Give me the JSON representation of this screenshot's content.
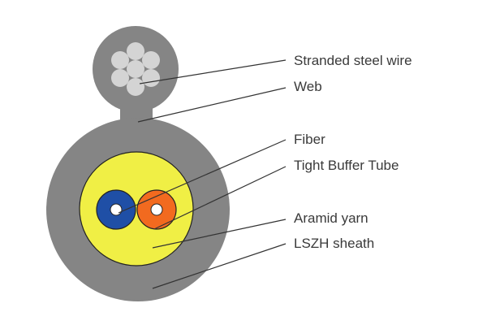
{
  "colors": {
    "sheath": "#858585",
    "steel_strand": "#d4d4d4",
    "aramid": "#f0ef45",
    "fiber_blue": "#1f4fa6",
    "fiber_orange": "#f26a1f",
    "outline": "#222222",
    "leader_line": "#333333"
  },
  "labels": {
    "stranded_steel_wire": "Stranded steel wire",
    "web": "Web",
    "fiber": "Fiber",
    "tight_buffer_tube": "Tight Buffer Tube",
    "aramid_yarn": "Aramid yarn",
    "lszh_sheath": "LSZH sheath"
  }
}
